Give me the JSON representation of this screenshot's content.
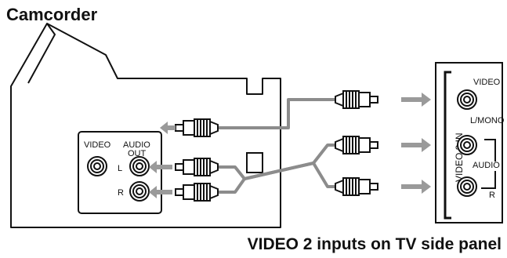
{
  "title": "Camcorder",
  "footer": "VIDEO 2 inputs on TV side panel",
  "camcorder": {
    "video_label": "VIDEO",
    "audio_label_line1": "AUDIO",
    "audio_label_line2": "OUT",
    "left_label": "L",
    "right_label": "R"
  },
  "tv_panel": {
    "group_label": "VIDEO 2 IN",
    "video_label": "VIDEO",
    "lmono_label": "L/MONO",
    "audio_label": "AUDIO",
    "right_label": "R"
  },
  "colors": {
    "cable": "#8c8c8c",
    "arrow": "#9a9a9a",
    "outline": "#111111"
  }
}
